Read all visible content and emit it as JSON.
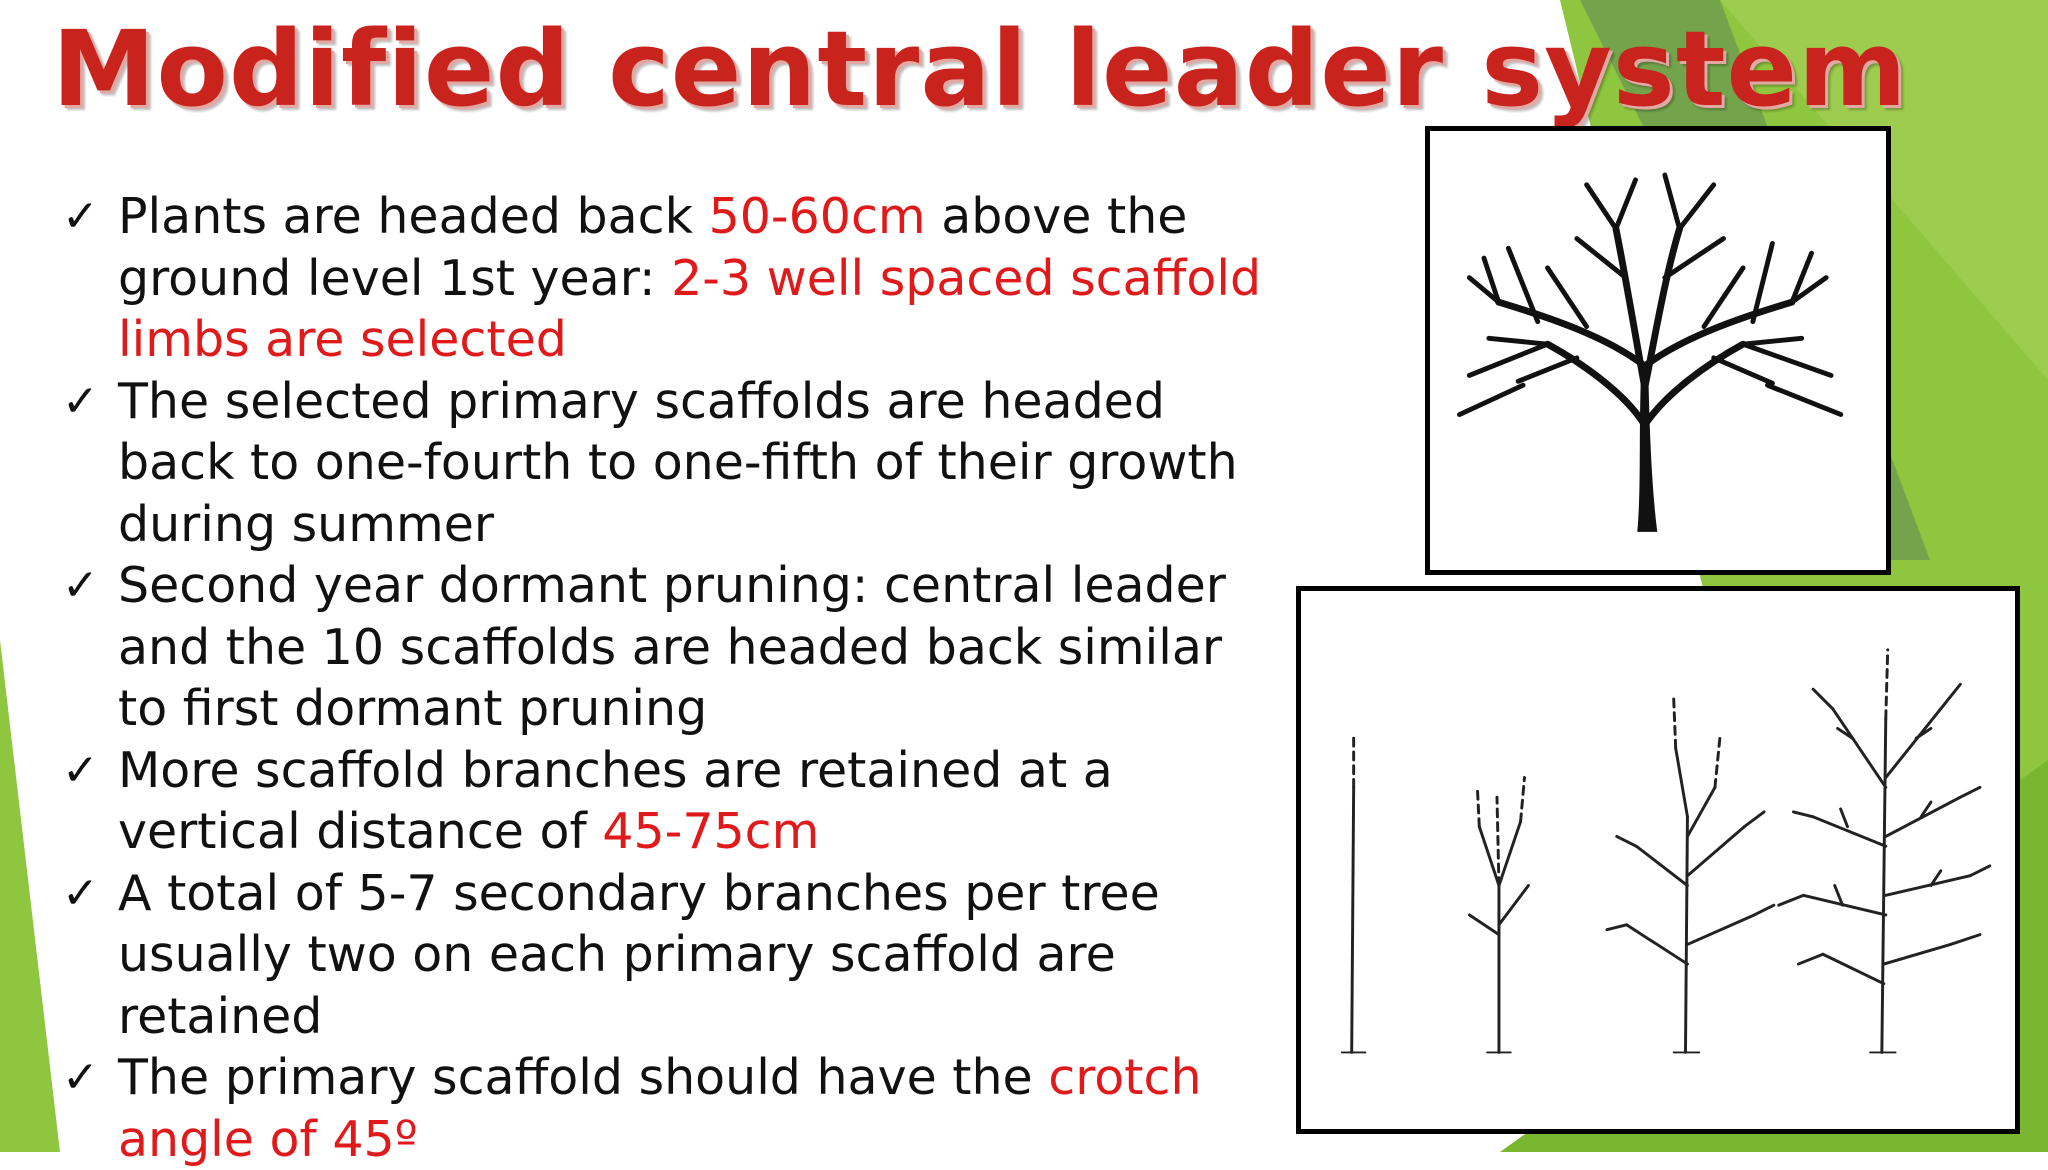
{
  "slide": {
    "title": "Modified central leader system",
    "colors": {
      "title": "#c8231c",
      "highlight": "#e0191b",
      "accent_green": "#7ab730"
    },
    "bullets": [
      {
        "parts": [
          {
            "text": "Plants are headed back ",
            "hl": false
          },
          {
            "text": "50-60cm",
            "hl": true
          },
          {
            "text": " above the ground level 1st year: ",
            "hl": false
          },
          {
            "text": "2-3 well spaced scaffold limbs are selected",
            "hl": true
          }
        ]
      },
      {
        "parts": [
          {
            "text": "The selected primary scaffolds are headed back to one-fourth to one-fifth of their growth during summer",
            "hl": false
          }
        ]
      },
      {
        "parts": [
          {
            "text": "Second year dormant pruning: central leader and the 10 scaffolds are headed back similar to first dormant pruning",
            "hl": false
          }
        ]
      },
      {
        "parts": [
          {
            "text": "More scaffold branches are retained at a vertical distance of ",
            "hl": false
          },
          {
            "text": "45-75cm",
            "hl": true
          }
        ]
      },
      {
        "parts": [
          {
            "text": "A total of 5-7 secondary branches per tree usually two on each primary scaffold are retained",
            "hl": false
          }
        ]
      },
      {
        "parts": [
          {
            "text": "The primary scaffold should have the ",
            "hl": false
          },
          {
            "text": "crotch angle of 45º",
            "hl": true
          }
        ]
      }
    ],
    "check_icon": "✓",
    "images": [
      {
        "name": "mature-tree-illustration"
      },
      {
        "name": "tree-training-stages-illustration"
      }
    ]
  }
}
